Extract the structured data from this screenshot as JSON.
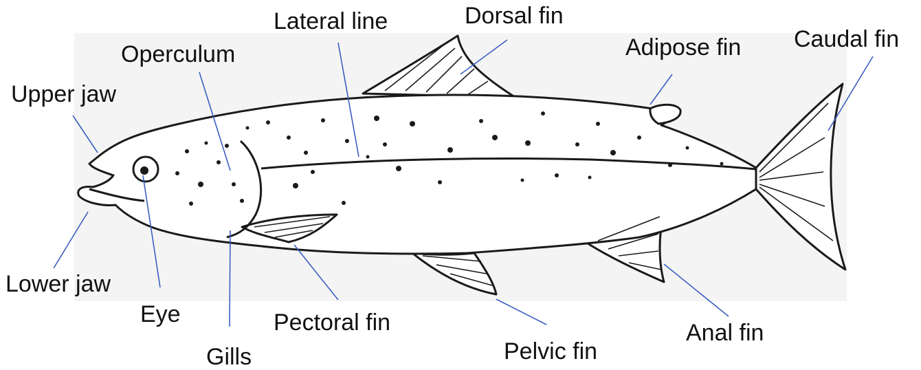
{
  "diagram": {
    "colors": {
      "leader_line": "#3b5fc0",
      "outline": "#1a1a1a",
      "backdrop": "#f4f4f4"
    },
    "labels": {
      "lateral_line": "Lateral line",
      "dorsal_fin": "Dorsal fin",
      "operculum": "Operculum",
      "adipose_fin": "Adipose fin",
      "caudal_fin": "Caudal fin",
      "upper_jaw": "Upper jaw",
      "lower_jaw": "Lower jaw",
      "eye": "Eye",
      "gills": "Gills",
      "pectoral_fin": "Pectoral fin",
      "pelvic_fin": "Pelvic fin",
      "anal_fin": "Anal fin"
    }
  }
}
